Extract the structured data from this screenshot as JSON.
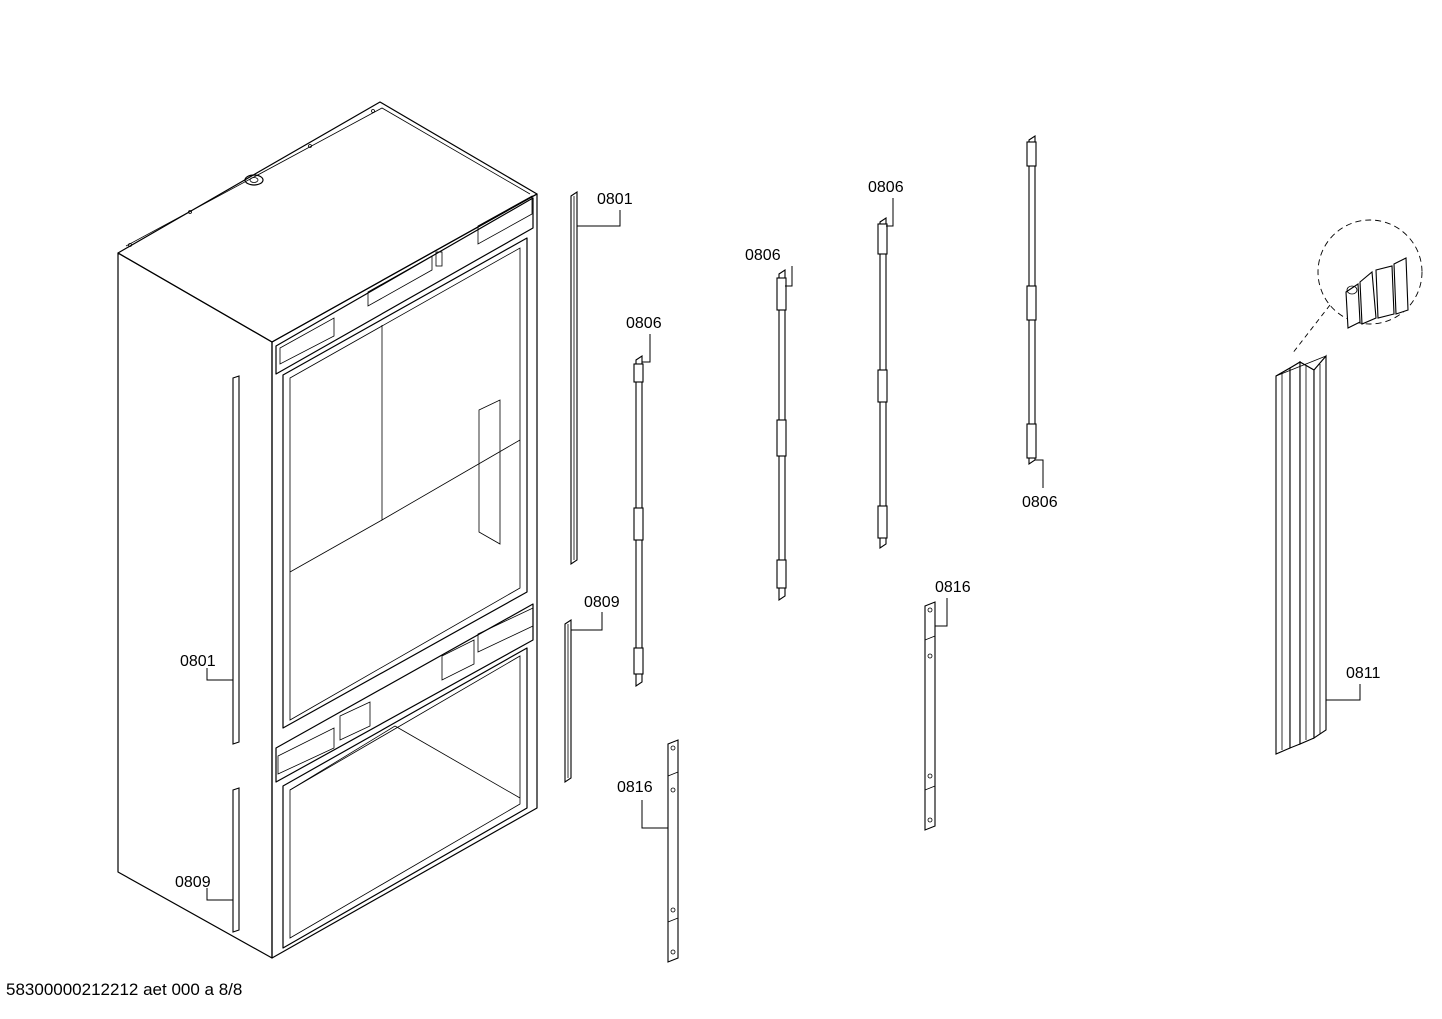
{
  "labels": {
    "cabinet_left_seal": "0801",
    "cabinet_left_lower_seal": "0809",
    "strip_top": "0801",
    "strip_lower": "0809",
    "bracket_a": "0806",
    "bracket_b": "0806",
    "bracket_c": "0806",
    "bracket_d": "0806",
    "plate_a": "0816",
    "plate_b": "0816",
    "profile": "0811"
  },
  "caption": "58300000212212 aet 000 a 8/8"
}
